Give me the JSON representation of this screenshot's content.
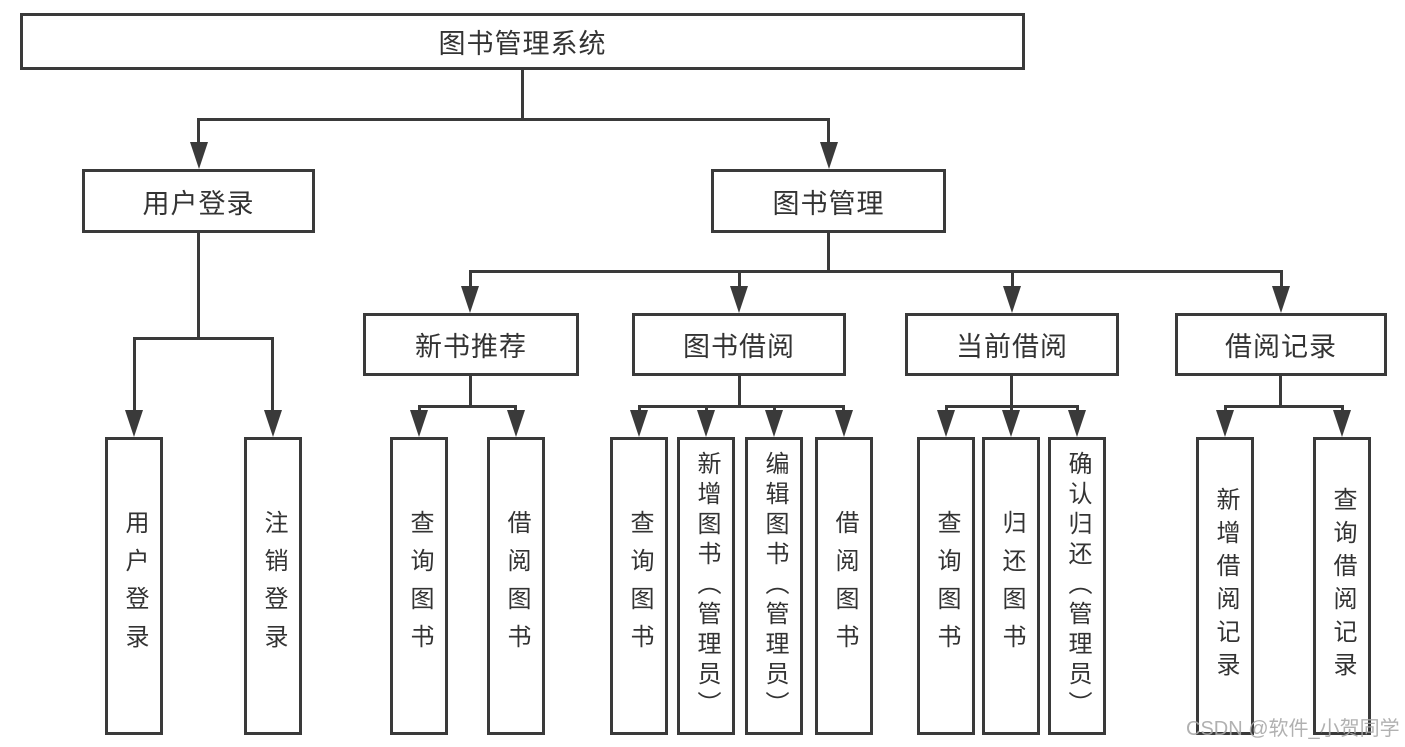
{
  "root": {
    "label": "图书管理系统"
  },
  "login": {
    "label": "用户登录",
    "children": [
      {
        "label": "用户登录"
      },
      {
        "label": "注销登录"
      }
    ]
  },
  "management": {
    "label": "图书管理",
    "groups": [
      {
        "label": "新书推荐",
        "children": [
          {
            "label": "查询图书"
          },
          {
            "label": "借阅图书"
          }
        ]
      },
      {
        "label": "图书借阅",
        "children": [
          {
            "label": "查询图书"
          },
          {
            "label": "新增图书（管理员）"
          },
          {
            "label": "编辑图书（管理员）"
          },
          {
            "label": "借阅图书"
          }
        ]
      },
      {
        "label": "当前借阅",
        "children": [
          {
            "label": "查询图书"
          },
          {
            "label": "归还图书"
          },
          {
            "label": "确认归还（管理员）"
          }
        ]
      },
      {
        "label": "借阅记录",
        "children": [
          {
            "label": "新增借阅记录"
          },
          {
            "label": "查询借阅记录"
          }
        ]
      }
    ]
  },
  "watermark": {
    "text": "CSDN @软件_小贺同学"
  },
  "colors": {
    "line": "#3a3a3a",
    "text": "#333333",
    "watermark": "#a8a8a8"
  }
}
